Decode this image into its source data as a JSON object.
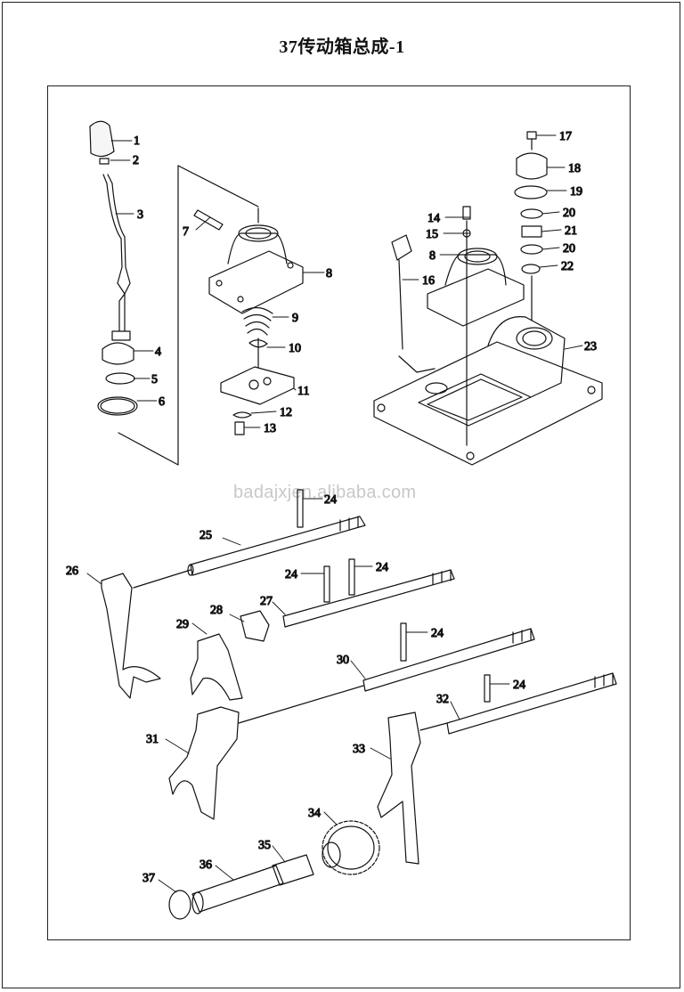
{
  "title": "37传动箱总成-1",
  "watermark": "badajxjen.alibaba.com",
  "parts": [
    {
      "num": "1"
    },
    {
      "num": "2"
    },
    {
      "num": "3"
    },
    {
      "num": "4"
    },
    {
      "num": "5"
    },
    {
      "num": "6"
    },
    {
      "num": "7"
    },
    {
      "num": "8"
    },
    {
      "num": "9"
    },
    {
      "num": "10"
    },
    {
      "num": "11"
    },
    {
      "num": "12"
    },
    {
      "num": "13"
    },
    {
      "num": "14"
    },
    {
      "num": "15"
    },
    {
      "num": "16"
    },
    {
      "num": "8"
    },
    {
      "num": "17"
    },
    {
      "num": "18"
    },
    {
      "num": "19"
    },
    {
      "num": "20"
    },
    {
      "num": "21"
    },
    {
      "num": "20"
    },
    {
      "num": "22"
    },
    {
      "num": "23"
    },
    {
      "num": "24"
    },
    {
      "num": "25"
    },
    {
      "num": "26"
    },
    {
      "num": "24"
    },
    {
      "num": "24"
    },
    {
      "num": "27"
    },
    {
      "num": "28"
    },
    {
      "num": "29"
    },
    {
      "num": "24"
    },
    {
      "num": "30"
    },
    {
      "num": "24"
    },
    {
      "num": "32"
    },
    {
      "num": "31"
    },
    {
      "num": "33"
    },
    {
      "num": "34"
    },
    {
      "num": "35"
    },
    {
      "num": "36"
    },
    {
      "num": "37"
    }
  ]
}
